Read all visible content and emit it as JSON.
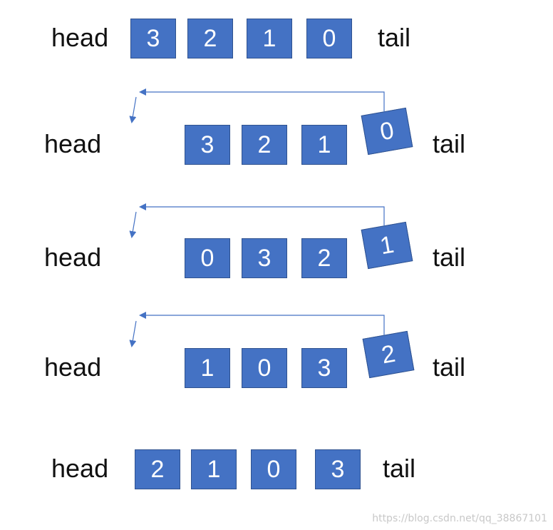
{
  "rows": [
    {
      "head": "head",
      "tail": "tail",
      "items": [
        "3",
        "2",
        "1",
        "0"
      ]
    },
    {
      "head": "head",
      "tail": "tail",
      "items": [
        "3",
        "2",
        "1"
      ],
      "moving": "0"
    },
    {
      "head": "head",
      "tail": "tail",
      "items": [
        "0",
        "3",
        "2"
      ],
      "moving": "1"
    },
    {
      "head": "head",
      "tail": "tail",
      "items": [
        "1",
        "0",
        "3"
      ],
      "moving": "2"
    },
    {
      "head": "head",
      "tail": "tail",
      "items": [
        "2",
        "1",
        "0",
        "3"
      ]
    }
  ],
  "watermark": "https://blog.csdn.net/qq_38867101",
  "colors": {
    "box_fill": "#4472c4",
    "box_border": "#2f528f",
    "arrow": "#4472c4"
  }
}
